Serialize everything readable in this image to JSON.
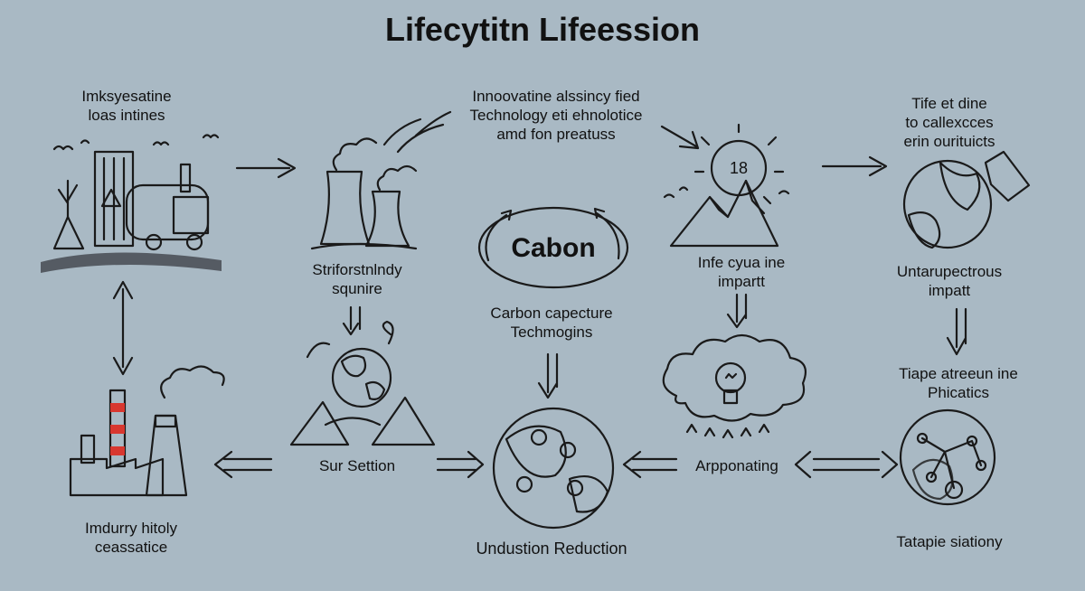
{
  "title": "Lifecytitn Lifeession",
  "labels": {
    "top_left": "Imksyesatine\nloas intines",
    "top_center": "Innoovatine alssincy fied\nTechnology eti ehnolotice\namd fon preatuss",
    "top_right": "Tife et dine\nto callexcces\nerin ourituicts",
    "power_plant": "Striforstnlndy\nsqunire",
    "carbon_bubble": "Cabon",
    "carbon_capture": "Carbon capecture\nTechmogins",
    "mountain": "Infe cyua ine\nimpartt",
    "earth_right": "Untarupectrous\nimpatt",
    "sur_section": "Sur Settion",
    "approaching": "Arpponating",
    "tiape": "Tiape atreeun ine\nPhicatics",
    "industry": "Imdurry hitoly\nceassatice",
    "reduction": "Undustion Reduction",
    "tatapie": "Tatapie siationy"
  },
  "sun_number": "18",
  "colors": {
    "background": "#a9b9c4",
    "green": "#6fa642",
    "blue": "#5f8ec8",
    "sun": "#f7d13b",
    "orange": "#d99a3a",
    "red": "#d8372f",
    "grey": "#8c8f94"
  }
}
